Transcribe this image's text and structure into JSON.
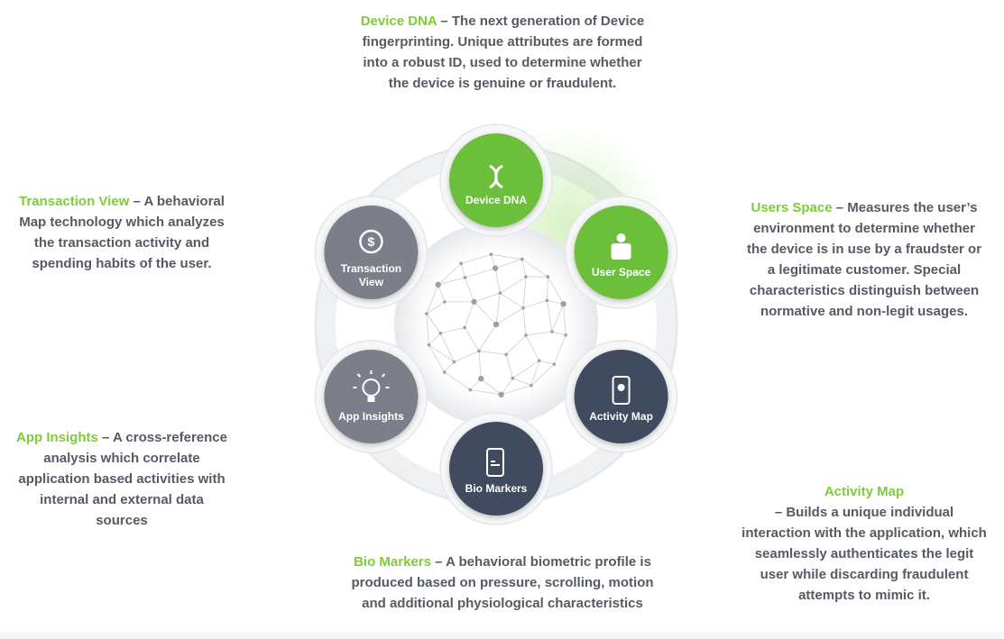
{
  "callouts": {
    "device_dna": {
      "title": "Device DNA",
      "body": "– The next generation of Device fingerprinting. Unique attributes are formed into a robust ID, used to determine whether the device is genuine or fraudulent."
    },
    "transaction_view": {
      "title": "Transaction View",
      "body": "– A behavioral Map technology which analyzes the transaction activity and spending habits of the user."
    },
    "users_space": {
      "title": "Users Space",
      "body": "– Measures the user’s environment to determine whether the device is in use by a fraudster or a legitimate customer. Special characteristics distinguish between normative and non-legit usages."
    },
    "app_insights": {
      "title": "App Insights",
      "body": "– A cross-reference analysis which correlate application based activities with internal and external data sources"
    },
    "activity_map": {
      "title": "Activity Map",
      "body": "– Builds a unique individual interaction with the application, which seamlessly authenticates the legit user while discarding fraudulent attempts to mimic it."
    },
    "bio_markers": {
      "title": "Bio Markers",
      "body": "– A behavioral biometric profile is produced based on pressure, scrolling, motion and additional physiological characteristics"
    }
  },
  "nodes": {
    "device_dna": {
      "line1": "Device DNA",
      "line2": "",
      "icon": "dna-icon",
      "color": "#6cbf3a"
    },
    "user_space": {
      "line1": "User Space",
      "line2": "",
      "icon": "user-icon",
      "color": "#6cbf3a"
    },
    "activity_map": {
      "line1": "Activity Map",
      "line2": "",
      "icon": "map-pin-phone-icon",
      "color": "#3f4b5e"
    },
    "bio_markers": {
      "line1": "Bio Markers",
      "line2": "",
      "icon": "fingerprint-phone-icon",
      "color": "#3f4b5e"
    },
    "app_insights": {
      "line1": "App Insights",
      "line2": "",
      "icon": "lightbulb-icon",
      "color": "#7b7f89"
    },
    "transaction_view": {
      "line1": "Transaction",
      "line2": "View",
      "icon": "dollar-cycle-icon",
      "color": "#7b7f89"
    }
  },
  "colors": {
    "accent_green": "#7fcb3a",
    "text_gray": "#555a63"
  }
}
